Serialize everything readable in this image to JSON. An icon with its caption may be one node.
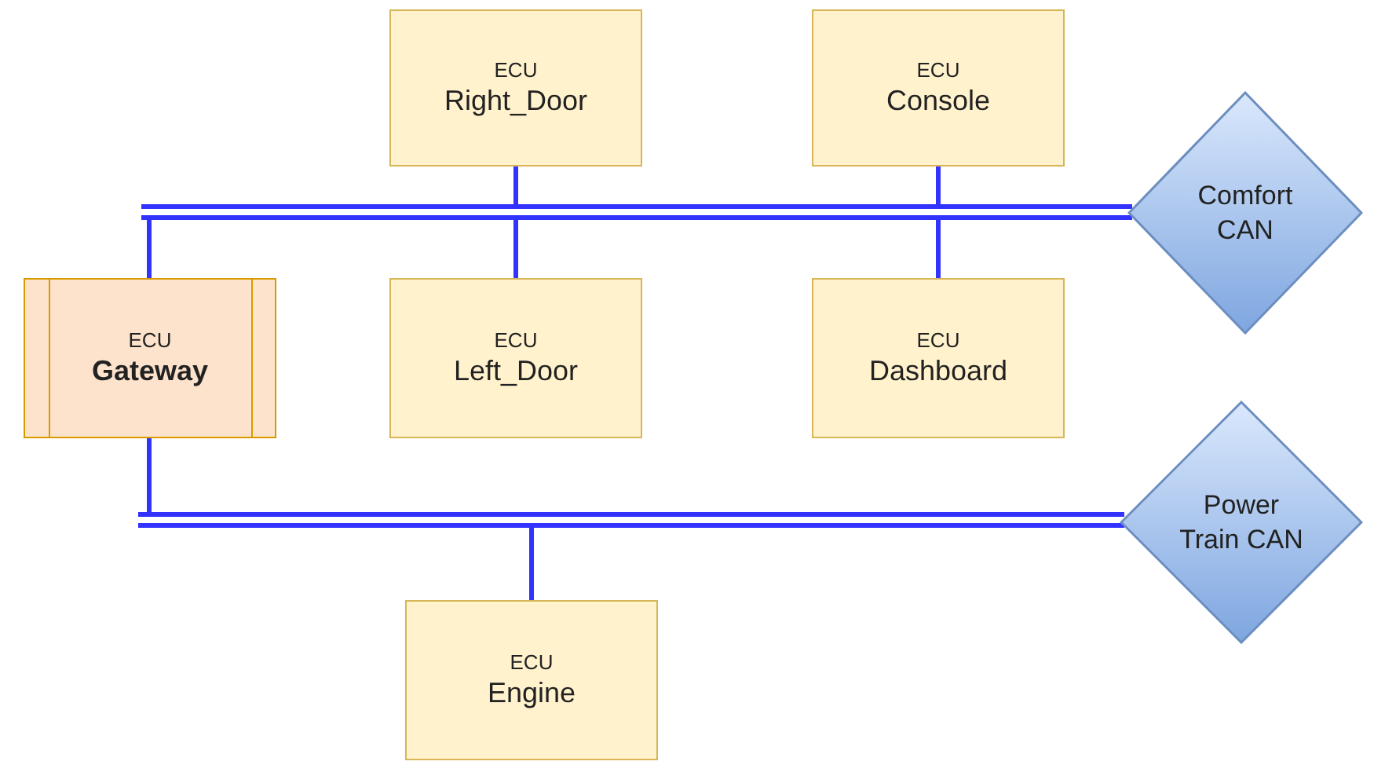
{
  "diagram": {
    "nodes": [
      {
        "text": [
          "ECU",
          "Right_Door"
        ]
      },
      {
        "text": [
          "ECU",
          "Console"
        ]
      },
      {
        "text": [],
        "shape": "bar"
      },
      {
        "text": [
          "Comfort CAN"
        ]
      },
      {
        "text": [
          "ECU",
          "Gateway"
        ]
      },
      {
        "text": [
          "ECU",
          "Left_Door"
        ]
      },
      {
        "text": [
          "ECU",
          "Dashboard"
        ]
      },
      {
        "text": [],
        "shape": "bar"
      },
      {
        "text": [
          "Power Train CAN"
        ]
      },
      {
        "text": [
          "ECU",
          "Engine"
        ]
      }
    ],
    "edges": [
      {
        "from": 0,
        "to": 2,
        "arrow": "none"
      },
      {
        "from": 1,
        "to": 2,
        "arrow": "none"
      },
      {
        "from": 2,
        "to": 3,
        "arrow": "none"
      },
      {
        "from": 4,
        "to": 2,
        "arrow": "none"
      },
      {
        "from": 2,
        "to": 5,
        "arrow": "none"
      },
      {
        "from": 2,
        "to": 6,
        "arrow": "none"
      },
      {
        "from": 4,
        "to": 7,
        "arrow": "none"
      },
      {
        "from": 7,
        "to": 8,
        "arrow": "none"
      },
      {
        "from": 7,
        "to": 9,
        "arrow": "none"
      }
    ]
  }
}
